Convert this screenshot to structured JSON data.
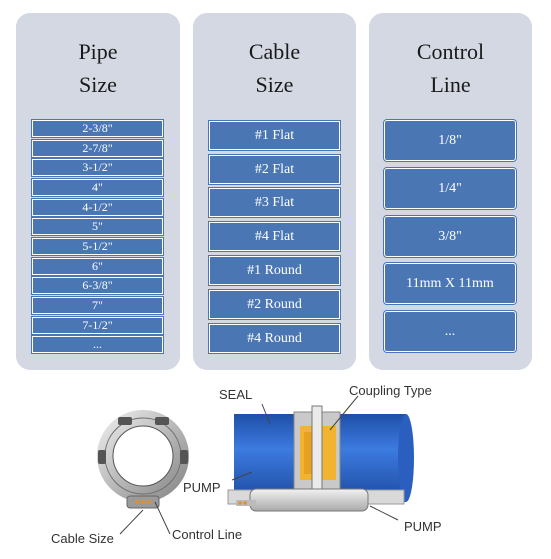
{
  "panels": {
    "pipe": {
      "title_line1": "Pipe",
      "title_line2": "Size",
      "items": [
        "2-3/8\"",
        "2-7/8\"",
        "3-1/2\"",
        "4\"",
        "4-1/2\"",
        "5\"",
        "5-1/2\"",
        "6\"",
        "6-3/8\"",
        "7\"",
        "7-1/2\"",
        "..."
      ]
    },
    "cable": {
      "title_line1": "Cable",
      "title_line2": "Size",
      "items": [
        "#1 Flat",
        "#2 Flat",
        "#3 Flat",
        "#4 Flat",
        "#1 Round",
        "#2 Round",
        "#4 Round"
      ]
    },
    "control": {
      "title_line1": "Control",
      "title_line2": "Line",
      "items": [
        "1/8\"",
        "1/4\"",
        "3/8\"",
        "11mm X 11mm",
        "..."
      ]
    }
  },
  "diagram": {
    "labels": {
      "seal": "SEAL",
      "coupling_type": "Coupling Type",
      "pump_left": "PUMP",
      "pump_right": "PUMP",
      "cable_size": "Cable Size",
      "control_line": "Control Line"
    }
  },
  "colors": {
    "panel_bg": "#d3d8e2",
    "button_blue": "#4a77b4",
    "pipe_blue": "#2f66c4",
    "coupling_yellow": "#f2b430"
  }
}
